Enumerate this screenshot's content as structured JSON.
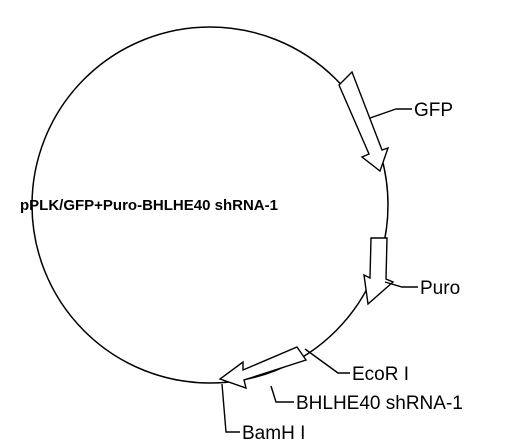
{
  "plasmid": {
    "name": "pPLK/GFP+Puro-BHLHE40 shRNA-1"
  },
  "features": [
    {
      "id": "gfp",
      "label": "GFP",
      "kind": "gene"
    },
    {
      "id": "puro",
      "label": "Puro",
      "kind": "gene"
    },
    {
      "id": "bhlhe40",
      "label": "BHLHE40 shRNA-1",
      "kind": "insert"
    }
  ],
  "sites": [
    {
      "id": "ecori",
      "label": "EcoR I"
    },
    {
      "id": "bamhi",
      "label": "BamH I"
    }
  ],
  "colors": {
    "line": "#000000",
    "fill": "#ffffff"
  }
}
